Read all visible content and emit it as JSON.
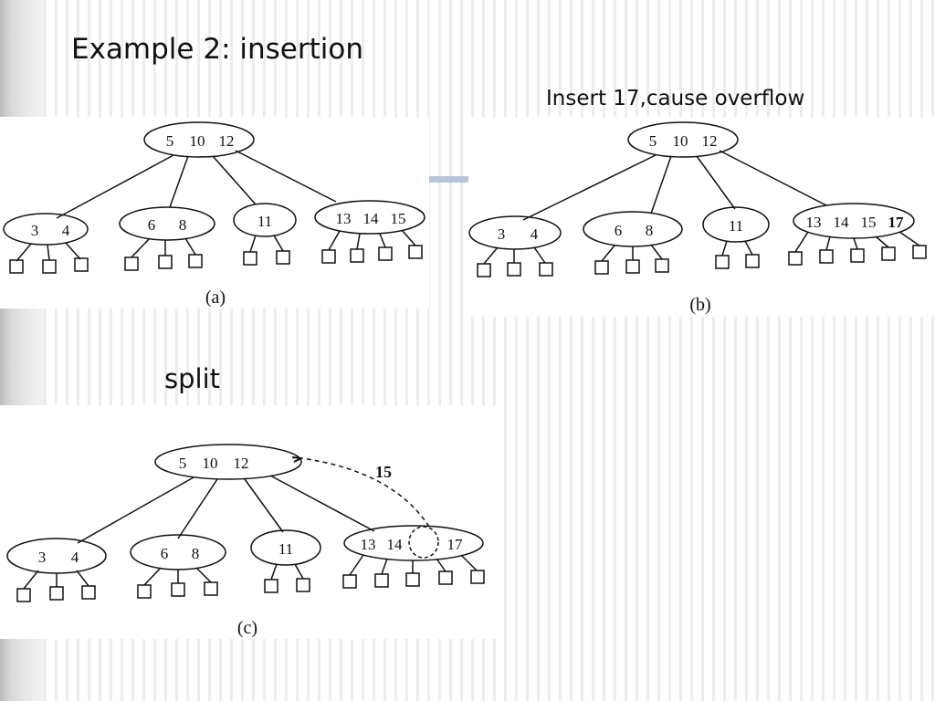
{
  "slide": {
    "title": "Example 2: insertion",
    "subtitle": "Insert 17,cause overflow",
    "split_label": "split"
  },
  "diagrams": [
    {
      "id": "a",
      "label": "(a)",
      "root": [
        "5",
        "10",
        "12"
      ],
      "children": [
        [
          "3",
          "4"
        ],
        [
          "6",
          "8"
        ],
        [
          "11"
        ],
        [
          "13",
          "14",
          "15"
        ]
      ]
    },
    {
      "id": "b",
      "label": "(b)",
      "root": [
        "5",
        "10",
        "12"
      ],
      "children": [
        [
          "3",
          "4"
        ],
        [
          "6",
          "8"
        ],
        [
          "11"
        ],
        [
          "13",
          "14",
          "15",
          "17"
        ]
      ]
    },
    {
      "id": "c",
      "label": "(c)",
      "root": [
        "5",
        "10",
        "12"
      ],
      "children": [
        [
          "3",
          "4"
        ],
        [
          "6",
          "8"
        ],
        [
          "11"
        ],
        [
          "13",
          "14",
          "17"
        ]
      ],
      "promoted_key": "15"
    }
  ]
}
